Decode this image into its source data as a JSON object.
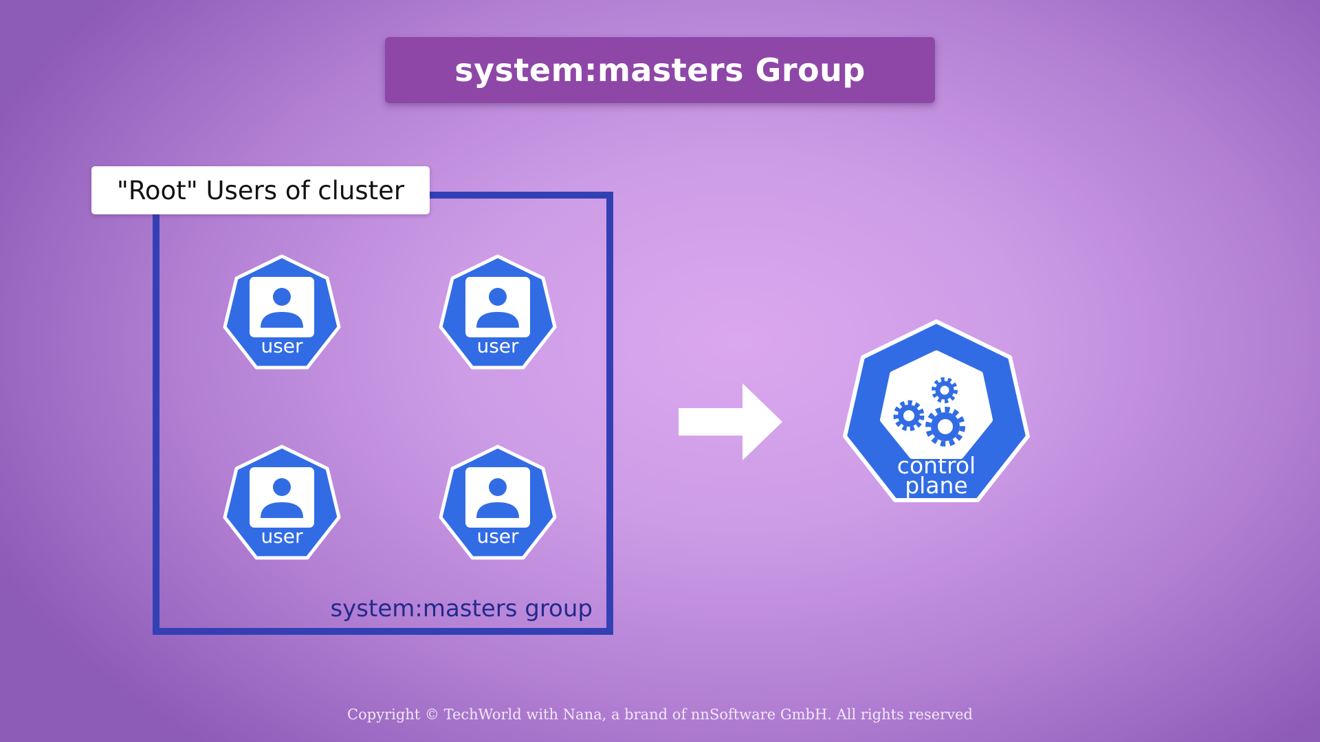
{
  "title": "system:masters Group",
  "root_label": "\"Root\" Users of cluster",
  "group": {
    "label": "system:masters group",
    "users": [
      {
        "label": "user",
        "icon": "user-icon"
      },
      {
        "label": "user",
        "icon": "user-icon"
      },
      {
        "label": "user",
        "icon": "user-icon"
      },
      {
        "label": "user",
        "icon": "user-icon"
      }
    ]
  },
  "arrow_icon": "right-arrow-icon",
  "control_plane": {
    "line1": "control",
    "line2": "plane",
    "icon": "gears-icon"
  },
  "copyright": "Copyright © TechWorld with Nana, a brand of nnSoftware GmbH. All rights reserved",
  "colors": {
    "node_blue": "#326ce5",
    "group_border": "#3340b4",
    "group_label": "#232a8c",
    "title_banner": "#8e47a7"
  }
}
